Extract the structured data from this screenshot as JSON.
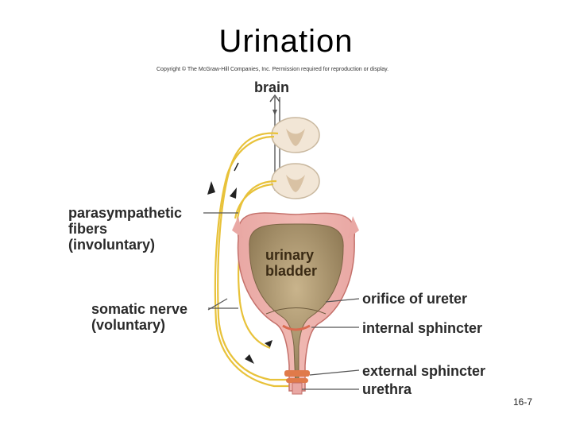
{
  "title": "Urination",
  "copyright": "Copyright © The McGraw-Hill Companies, Inc. Permission required for reproduction or display.",
  "labels": {
    "brain": "brain",
    "parasympathetic": [
      "parasympathetic",
      "fibers",
      "(involuntary)"
    ],
    "somatic": [
      "somatic nerve",
      "(voluntary)"
    ],
    "bladder": [
      "urinary",
      "bladder"
    ],
    "orifice": "orifice of ureter",
    "internal_sphincter": "internal sphincter",
    "external_sphincter": "external sphincter",
    "urethra": "urethra"
  },
  "slide_number": "16-7",
  "colors": {
    "nerve": "#e8c23a",
    "bladder_wall": "#e8a6a0",
    "bladder_interior": "#b09a74",
    "sphincter": "#e07a4a",
    "leader_line": "#555555"
  }
}
